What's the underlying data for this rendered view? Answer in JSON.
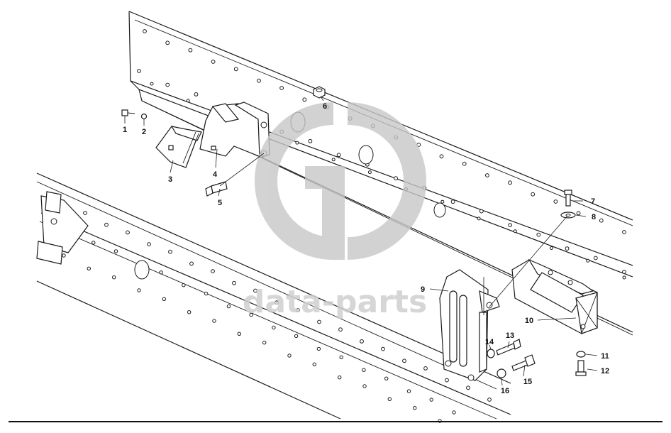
{
  "watermark": {
    "text": "data-parts",
    "logo": "gp-logo",
    "color": "#c8c8c8"
  },
  "callouts": [
    {
      "id": "1",
      "label": "1"
    },
    {
      "id": "2",
      "label": "2"
    },
    {
      "id": "3",
      "label": "3"
    },
    {
      "id": "4",
      "label": "4"
    },
    {
      "id": "5",
      "label": "5"
    },
    {
      "id": "6",
      "label": "6"
    },
    {
      "id": "7",
      "label": "7"
    },
    {
      "id": "8",
      "label": "8"
    },
    {
      "id": "9",
      "label": "9"
    },
    {
      "id": "10",
      "label": "10"
    },
    {
      "id": "11",
      "label": "11"
    },
    {
      "id": "12",
      "label": "12"
    },
    {
      "id": "13",
      "label": "13"
    },
    {
      "id": "14",
      "label": "14"
    },
    {
      "id": "15",
      "label": "15"
    },
    {
      "id": "16",
      "label": "16"
    }
  ],
  "colors": {
    "line": "#1a1a1a",
    "background": "#ffffff"
  }
}
